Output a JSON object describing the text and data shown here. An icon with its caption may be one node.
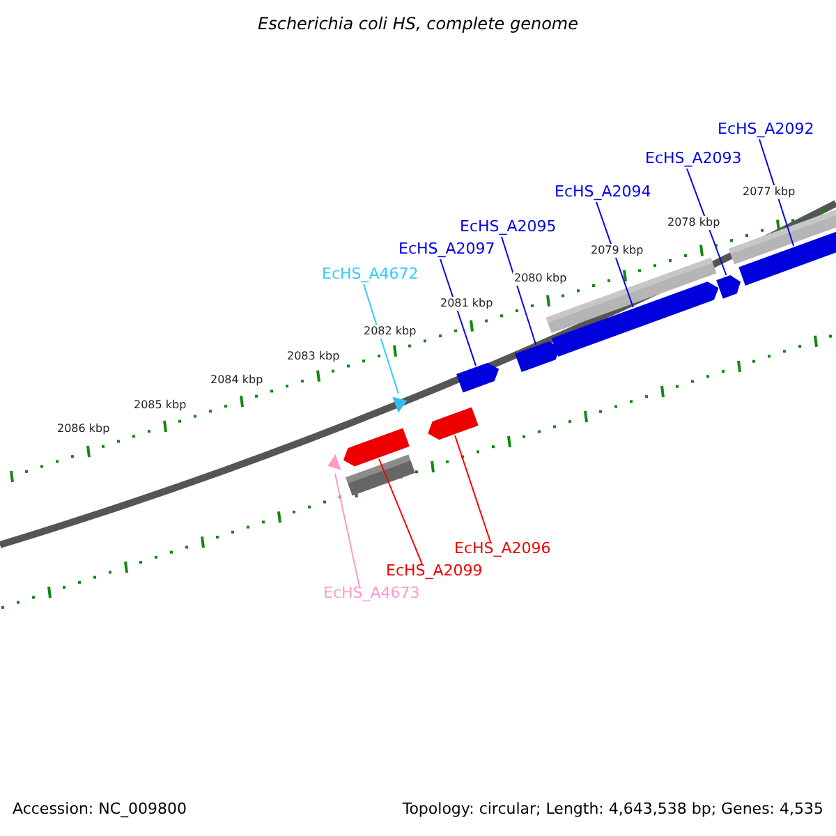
{
  "diagram": {
    "title": "Escherichia coli HS, complete genome",
    "nodes": [
      {
        "text": [
          "EcHS_A2092"
        ]
      },
      {
        "text": [
          "EcHS_A2093"
        ]
      },
      {
        "text": [
          "EcHS_A2094"
        ]
      },
      {
        "text": [
          "EcHS_A2095"
        ]
      },
      {
        "text": [
          "EcHS_A2097"
        ]
      },
      {
        "text": [
          "EcHS_A4672"
        ]
      },
      {
        "text": [
          "EcHS_A2096"
        ]
      },
      {
        "text": [
          "EcHS_A2099"
        ]
      },
      {
        "text": [
          "EcHS_A4673"
        ]
      },
      {
        "text": [],
        "shape": "triangle"
      },
      {
        "text": [],
        "shape": "arrow"
      },
      {
        "text": [],
        "shape": "triangle"
      },
      {
        "text": [],
        "shape": "arrow"
      },
      {
        "text": [],
        "shape": "arrow"
      },
      {
        "text": [],
        "shape": "arrow"
      },
      {
        "text": [],
        "shape": "arrow"
      },
      {
        "text": [],
        "shape": "arrow"
      },
      {
        "text": [],
        "shape": "arrow"
      }
    ],
    "edges": [
      {
        "from": 0,
        "to": 17,
        "arrow": "none"
      },
      {
        "from": 1,
        "to": 16,
        "arrow": "none"
      },
      {
        "from": 2,
        "to": 15,
        "arrow": "none"
      },
      {
        "from": 3,
        "to": 14,
        "arrow": "none"
      },
      {
        "from": 4,
        "to": 13,
        "arrow": "none"
      },
      {
        "from": 5,
        "to": 11,
        "arrow": "none",
        "color": "#33ccff"
      },
      {
        "from": 6,
        "to": 12,
        "arrow": "none",
        "color": "#ff0000"
      },
      {
        "from": 7,
        "to": 10,
        "arrow": "none",
        "color": "#ff0000"
      },
      {
        "from": 8,
        "to": 9,
        "arrow": "none",
        "color": "#ff99cc"
      }
    ],
    "labels": [
      "2086 kbp",
      "2085 kbp",
      "2084 kbp",
      "2083 kbp",
      "2082 kbp",
      "2081 kbp",
      "2080 kbp",
      "2079 kbp",
      "2078 kbp",
      "2077 kbp",
      "Accession: NC_009800",
      "Topology: circular; Length: 4,643,538 bp; Genes: 4,535"
    ]
  }
}
